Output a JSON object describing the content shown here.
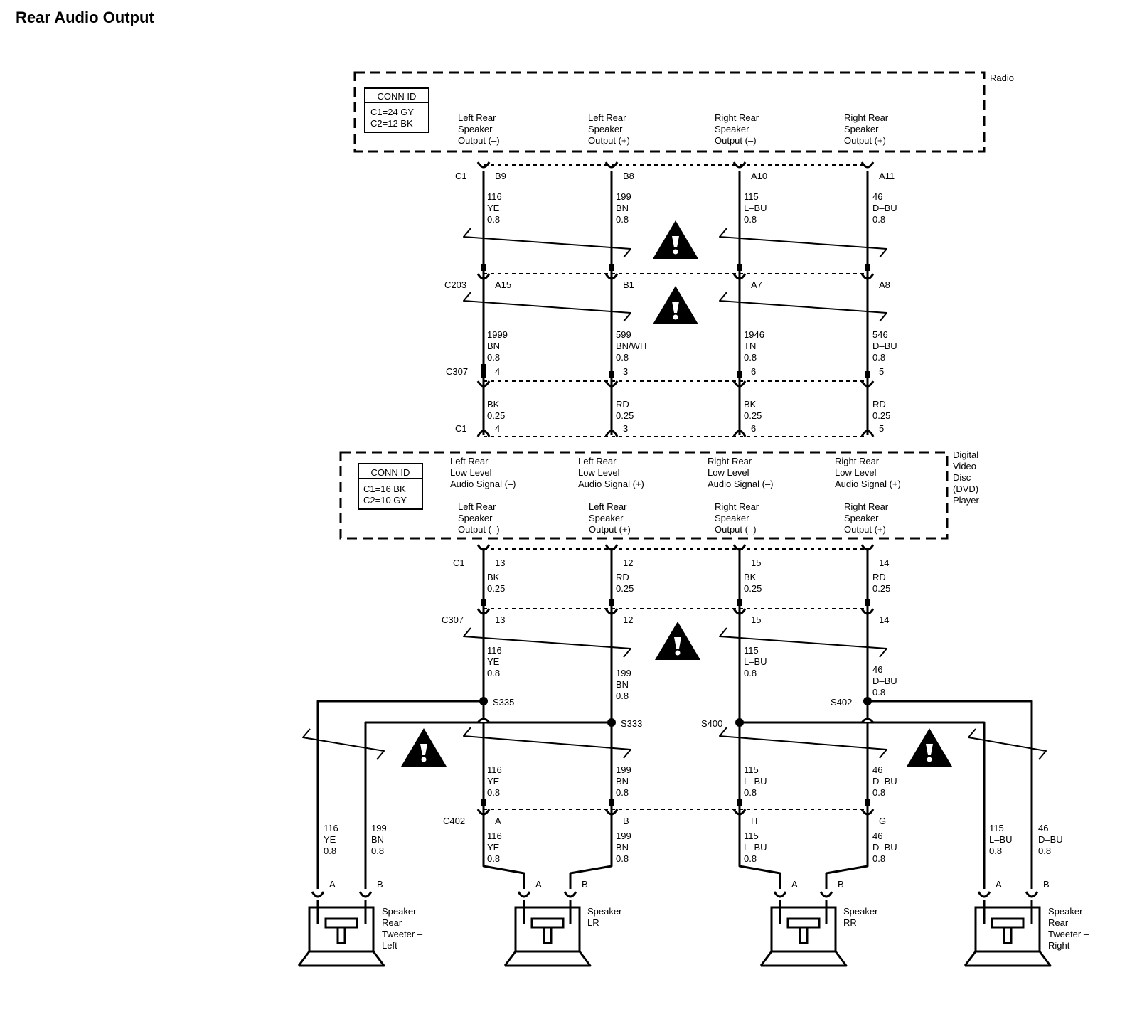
{
  "title": "Rear Audio Output",
  "radio": {
    "label": "Radio",
    "conn_id": {
      "header": "CONN ID",
      "lines": [
        "C1=24 GY",
        "C2=12 BK"
      ]
    },
    "outputs": [
      [
        "Left Rear",
        "Speaker",
        "Output (–)"
      ],
      [
        "Left Rear",
        "Speaker",
        "Output (+)"
      ],
      [
        "Right Rear",
        "Speaker",
        "Output (–)"
      ],
      [
        "Right Rear",
        "Speaker",
        "Output (+)"
      ]
    ]
  },
  "dvd": {
    "label_lines": [
      "Digital",
      "Video",
      "Disc",
      "(DVD)",
      "Player"
    ],
    "conn_id": {
      "header": "CONN ID",
      "lines": [
        "C1=16 BK",
        "C2=10 GY"
      ]
    },
    "inputs": [
      [
        "Left Rear",
        "Low Level",
        "Audio Signal (–)"
      ],
      [
        "Left Rear",
        "Low Level",
        "Audio Signal (+)"
      ],
      [
        "Right Rear",
        "Low Level",
        "Audio Signal (–)"
      ],
      [
        "Right Rear",
        "Low Level",
        "Audio Signal (+)"
      ]
    ],
    "outputs": [
      [
        "Left Rear",
        "Speaker",
        "Output (–)"
      ],
      [
        "Left Rear",
        "Speaker",
        "Output (+)"
      ],
      [
        "Right Rear",
        "Speaker",
        "Output (–)"
      ],
      [
        "Right Rear",
        "Speaker",
        "Output (+)"
      ]
    ]
  },
  "connectors": {
    "radio_c1": {
      "name": "C1",
      "pins": [
        "B9",
        "B8",
        "A10",
        "A11"
      ]
    },
    "c203": {
      "name": "C203",
      "pins": [
        "A15",
        "B1",
        "A7",
        "A8"
      ]
    },
    "c307_top": {
      "name": "C307",
      "pins": [
        "4",
        "3",
        "6",
        "5"
      ]
    },
    "dvd_c1_top": {
      "name": "C1",
      "pins": [
        "4",
        "3",
        "6",
        "5"
      ]
    },
    "dvd_c1_bottom": {
      "name": "C1",
      "pins": [
        "13",
        "12",
        "15",
        "14"
      ]
    },
    "c307_bottom": {
      "name": "C307",
      "pins": [
        "13",
        "12",
        "15",
        "14"
      ]
    },
    "c402": {
      "name": "C402",
      "pins": [
        "A",
        "B",
        "H",
        "G"
      ]
    }
  },
  "wires": {
    "seg1": [
      [
        "116",
        "YE",
        "0.8"
      ],
      [
        "199",
        "BN",
        "0.8"
      ],
      [
        "115",
        "L–BU",
        "0.8"
      ],
      [
        "46",
        "D–BU",
        "0.8"
      ]
    ],
    "seg2": [
      [
        "1999",
        "BN",
        "0.8"
      ],
      [
        "599",
        "BN/WH",
        "0.8"
      ],
      [
        "1946",
        "TN",
        "0.8"
      ],
      [
        "546",
        "D–BU",
        "0.8"
      ]
    ],
    "seg3": [
      [
        "BK",
        "0.25"
      ],
      [
        "RD",
        "0.25"
      ],
      [
        "BK",
        "0.25"
      ],
      [
        "RD",
        "0.25"
      ]
    ],
    "seg4": [
      [
        "BK",
        "0.25"
      ],
      [
        "RD",
        "0.25"
      ],
      [
        "BK",
        "0.25"
      ],
      [
        "RD",
        "0.25"
      ]
    ],
    "seg5": [
      [
        "116",
        "YE",
        "0.8"
      ],
      [
        "199",
        "BN",
        "0.8"
      ],
      [
        "115",
        "L–BU",
        "0.8"
      ],
      [
        "46",
        "D–BU",
        "0.8"
      ]
    ],
    "seg6": [
      [
        "116",
        "YE",
        "0.8"
      ],
      [
        "199",
        "BN",
        "0.8"
      ],
      [
        "115",
        "L–BU",
        "0.8"
      ],
      [
        "46",
        "D–BU",
        "0.8"
      ]
    ],
    "seg7": [
      [
        "116",
        "YE",
        "0.8"
      ],
      [
        "199",
        "BN",
        "0.8"
      ],
      [
        "115",
        "L–BU",
        "0.8"
      ],
      [
        "46",
        "D–BU",
        "0.8"
      ]
    ],
    "tweeter_left": [
      [
        "116",
        "YE",
        "0.8"
      ],
      [
        "199",
        "BN",
        "0.8"
      ]
    ],
    "tweeter_right": [
      [
        "115",
        "L–BU",
        "0.8"
      ],
      [
        "46",
        "D–BU",
        "0.8"
      ]
    ]
  },
  "splices": [
    "S335",
    "S333",
    "S400",
    "S402"
  ],
  "speakers": [
    {
      "label_lines": [
        "Speaker –",
        "Rear",
        "Tweeter –",
        "Left"
      ],
      "pins": [
        "A",
        "B"
      ]
    },
    {
      "label_lines": [
        "Speaker –",
        "LR"
      ],
      "pins": [
        "A",
        "B"
      ]
    },
    {
      "label_lines": [
        "Speaker –",
        "RR"
      ],
      "pins": [
        "A",
        "B"
      ]
    },
    {
      "label_lines": [
        "Speaker –",
        "Rear",
        "Tweeter –",
        "Right"
      ],
      "pins": [
        "A",
        "B"
      ]
    }
  ]
}
